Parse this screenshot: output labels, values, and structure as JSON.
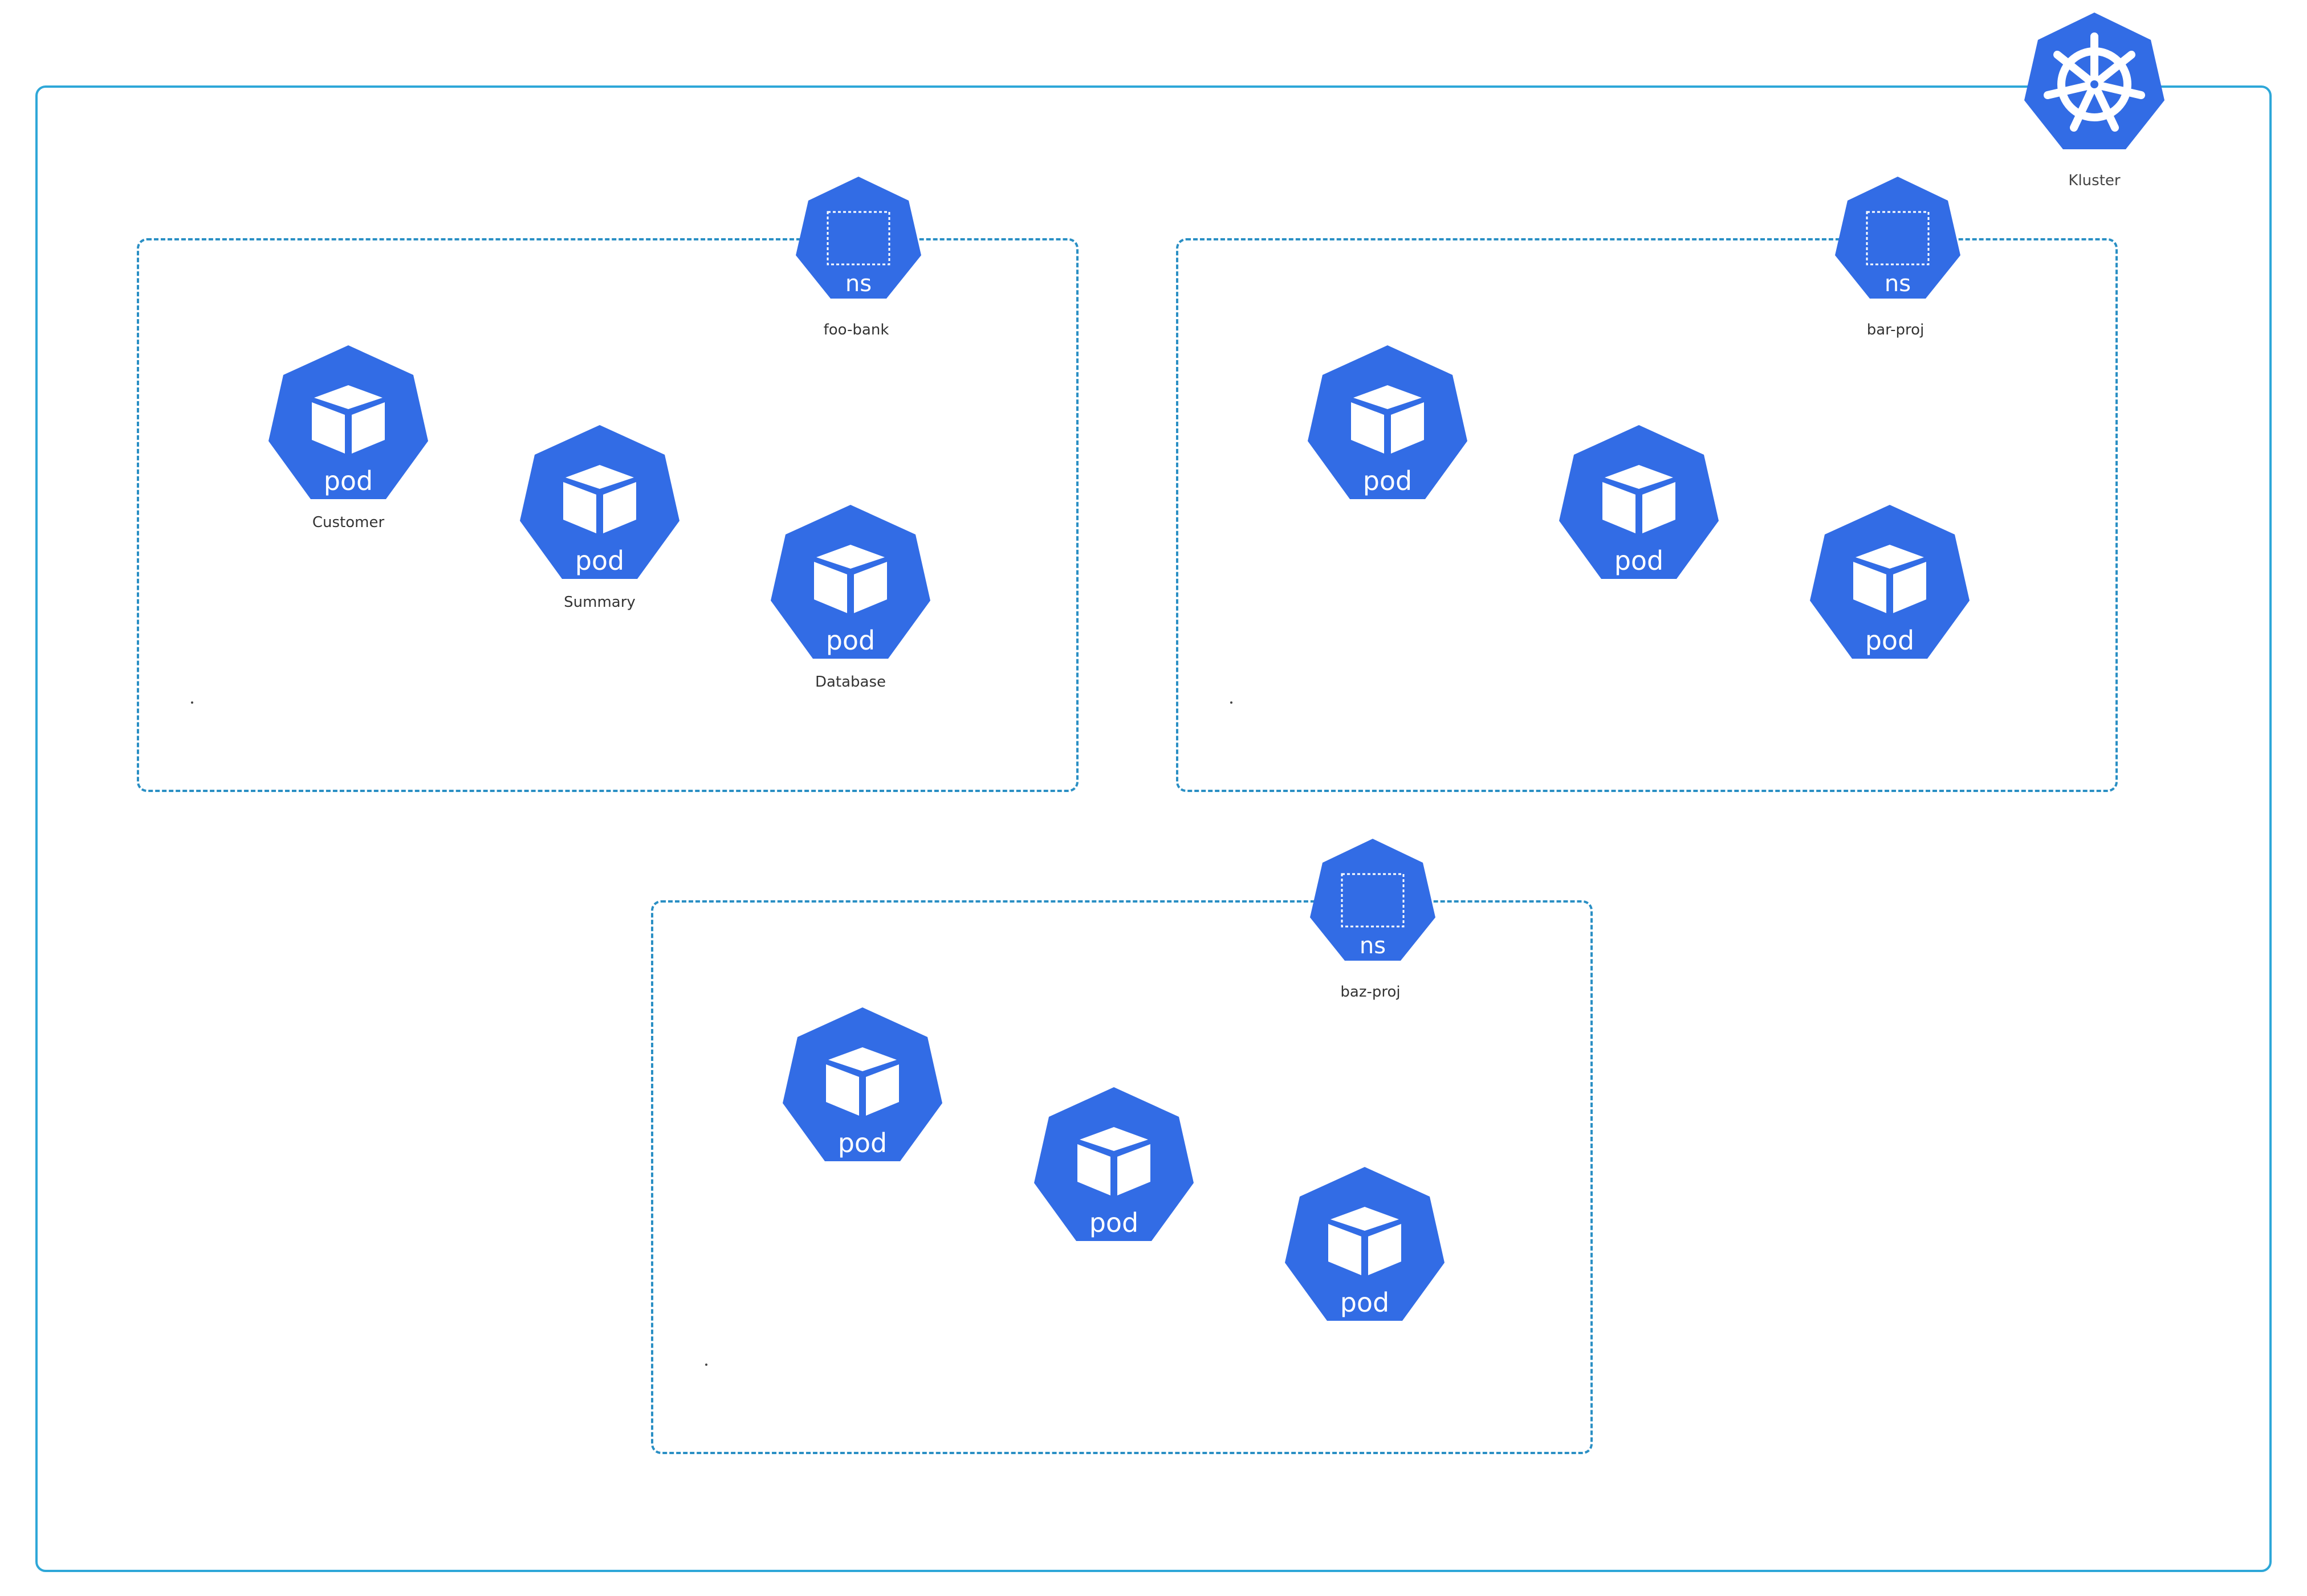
{
  "colors": {
    "k8s_blue": "#326ce5",
    "cluster_border": "#2ea7d8",
    "namespace_border": "#2a8fc4",
    "label_text": "#333333"
  },
  "cluster": {
    "icon": "kubernetes-helm-wheel-icon",
    "label": "Kluster"
  },
  "namespaces": [
    {
      "icon_text": "ns",
      "label": "foo-bank",
      "pods": [
        {
          "icon_text": "pod",
          "label": "Customer"
        },
        {
          "icon_text": "pod",
          "label": "Summary"
        },
        {
          "icon_text": "pod",
          "label": "Database"
        }
      ]
    },
    {
      "icon_text": "ns",
      "label": "bar-proj",
      "pods": [
        {
          "icon_text": "pod",
          "label": ""
        },
        {
          "icon_text": "pod",
          "label": ""
        },
        {
          "icon_text": "pod",
          "label": ""
        }
      ]
    },
    {
      "icon_text": "ns",
      "label": "baz-proj",
      "pods": [
        {
          "icon_text": "pod",
          "label": ""
        },
        {
          "icon_text": "pod",
          "label": ""
        },
        {
          "icon_text": "pod",
          "label": ""
        }
      ]
    }
  ]
}
